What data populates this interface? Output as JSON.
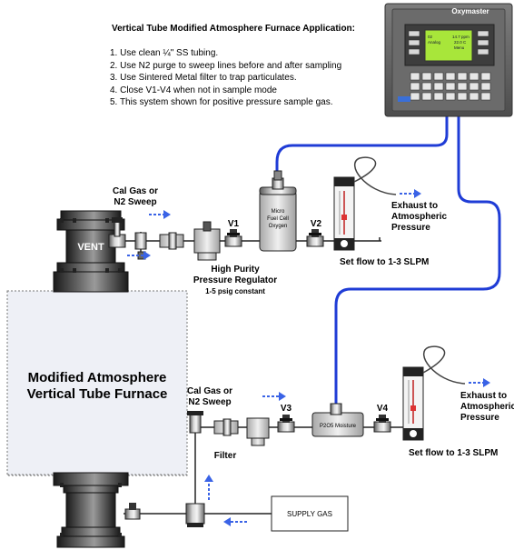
{
  "notes": {
    "title": "Vertical Tube Modified Atmosphere Furnace Application:",
    "items": [
      "1. Use clean ¼\" SS tubing.",
      "2. Use N2 purge to sweep lines before and after sampling",
      "3. Use Sintered Metal filter to trap particulates.",
      "4. Close V1-V4 when not in sample mode",
      "5. This system shown for positive pressure sample gas."
    ]
  },
  "analyzer": {
    "title": "Oxymaster",
    "display_lines": [
      "02",
      "Analog",
      "14.7 ppm",
      "22.0 C",
      "Menu"
    ]
  },
  "furnace": {
    "label_line1": "Modified Atmosphere",
    "label_line2": "Vertical Tube Furnace",
    "vent_label": "VENT"
  },
  "top_circuit": {
    "cal_gas_line1": "Cal Gas or",
    "cal_gas_line2": "N2 Sweep",
    "v1": "V1",
    "v2": "V2",
    "regulator_line1": "High Purity",
    "regulator_line2": "Pressure Regulator",
    "regulator_line3": "1-5 psig constant",
    "sensor_line1": "Micro",
    "sensor_line2": "Fuel Cell",
    "sensor_line3": "Oxygen",
    "exhaust_line1": "Exhaust to",
    "exhaust_line2": "Atmospheric",
    "exhaust_line3": "Pressure",
    "flow_note": "Set flow to 1-3 SLPM"
  },
  "bottom_circuit": {
    "cal_gas_line1": "Cal Gas or",
    "cal_gas_line2": "N2 Sweep",
    "filter": "Filter",
    "v3": "V3",
    "v4": "V4",
    "moisture": "P2O5 Moisture",
    "exhaust_line1": "Exhaust to",
    "exhaust_line2": "Atmospheric",
    "exhaust_line3": "Pressure",
    "flow_note": "Set flow to 1-3 SLPM",
    "supply": "SUPPLY GAS"
  },
  "colors": {
    "blue_line": "#1f3cd6",
    "arrow_blue": "#3a63e6",
    "screen_green": "#a8e63a",
    "furnace_fill": "#eef0f6"
  }
}
